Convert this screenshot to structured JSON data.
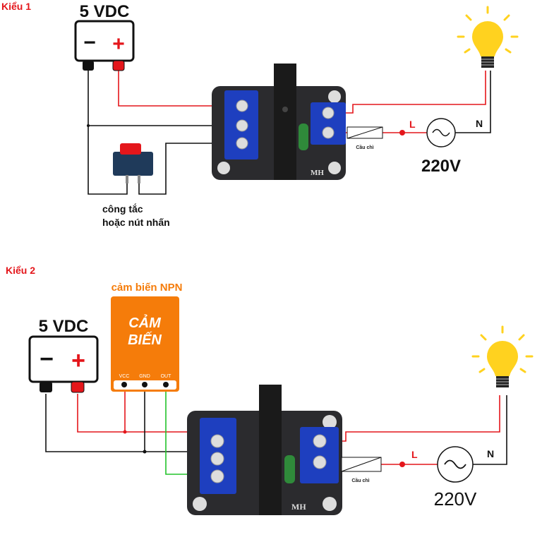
{
  "panel1": {
    "title": "Kiểu 1",
    "power_label": "5 VDC",
    "minus": "−",
    "plus": "+",
    "switch_label_line1": "công tắc",
    "switch_label_line2": "hoặc nút nhấn",
    "fuse_label": "Cầu chì",
    "line_label": "L",
    "neutral_label": "N",
    "voltage_label": "220V",
    "board_marking": "MH"
  },
  "panel2": {
    "title": "Kiểu 2",
    "power_label": "5 VDC",
    "minus": "−",
    "plus": "+",
    "sensor_caption": "cảm biến NPN",
    "sensor_text_line1": "CẢM",
    "sensor_text_line2": "BIẾN",
    "sensor_pins": [
      "VCC",
      "GND",
      "OUT"
    ],
    "fuse_label": "Cầu chì",
    "line_label": "L",
    "neutral_label": "N",
    "voltage_label": "220V",
    "board_marking": "MH"
  },
  "colors": {
    "wire_red": "#e4161b",
    "wire_black": "#111111",
    "wire_green": "#22c32a",
    "sensor": "#f57c0a",
    "terminal_blue": "#1e3fbf",
    "bulb": "#ffd21f"
  }
}
